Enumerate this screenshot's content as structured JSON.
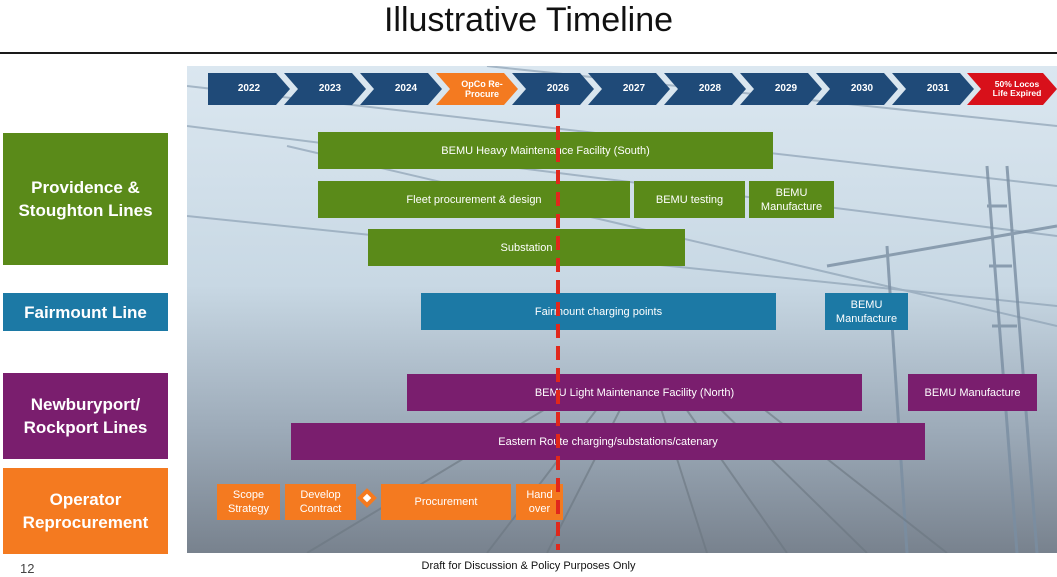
{
  "title": "Illustrative Timeline",
  "timeline": [
    {
      "label": "2022",
      "color": "#1f4a78"
    },
    {
      "label": "2023",
      "color": "#1f4a78"
    },
    {
      "label": "2024",
      "color": "#1f4a78"
    },
    {
      "label": "OpCo Re-Procure",
      "color": "#f47a20"
    },
    {
      "label": "2026",
      "color": "#1f4a78"
    },
    {
      "label": "2027",
      "color": "#1f4a78"
    },
    {
      "label": "2028",
      "color": "#1f4a78"
    },
    {
      "label": "2029",
      "color": "#1f4a78"
    },
    {
      "label": "2030",
      "color": "#1f4a78"
    },
    {
      "label": "2031",
      "color": "#1f4a78"
    },
    {
      "label": "50% Locos Life Expired",
      "color": "#d8101a"
    }
  ],
  "rows": {
    "providence": "Providence & Stoughton Lines",
    "fairmount": "Fairmount Line",
    "newburyport": "Newburyport/ Rockport Lines",
    "operator": "Operator Reprocurement"
  },
  "bars": {
    "heavy_maintenance": "BEMU Heavy Maintenance Facility (South)",
    "fleet_procurement": "Fleet procurement & design",
    "bemu_testing": "BEMU testing",
    "bemu_manufacture_1": "BEMU Manufacture",
    "substation": "Substation",
    "fairmount_charging": "Fairmount charging points",
    "bemu_manufacture_2": "BEMU Manufacture",
    "light_maintenance": "BEMU Light Maintenance Facility (North)",
    "bemu_manufacture_3": "BEMU Manufacture",
    "eastern_route": "Eastern Route charging/substations/catenary",
    "scope_strategy": "Scope Strategy",
    "develop_contract": "Develop Contract",
    "procurement": "Procurement",
    "hand_over": "Hand over"
  },
  "colors": {
    "green": "#5a8a19",
    "blue": "#1c79a5",
    "purple": "#7a1e6e",
    "orange": "#f47a20",
    "navy": "#1f4a78",
    "red_line": "#e0281c"
  },
  "page_number": "12",
  "footer": "Draft for Discussion & Policy Purposes Only"
}
